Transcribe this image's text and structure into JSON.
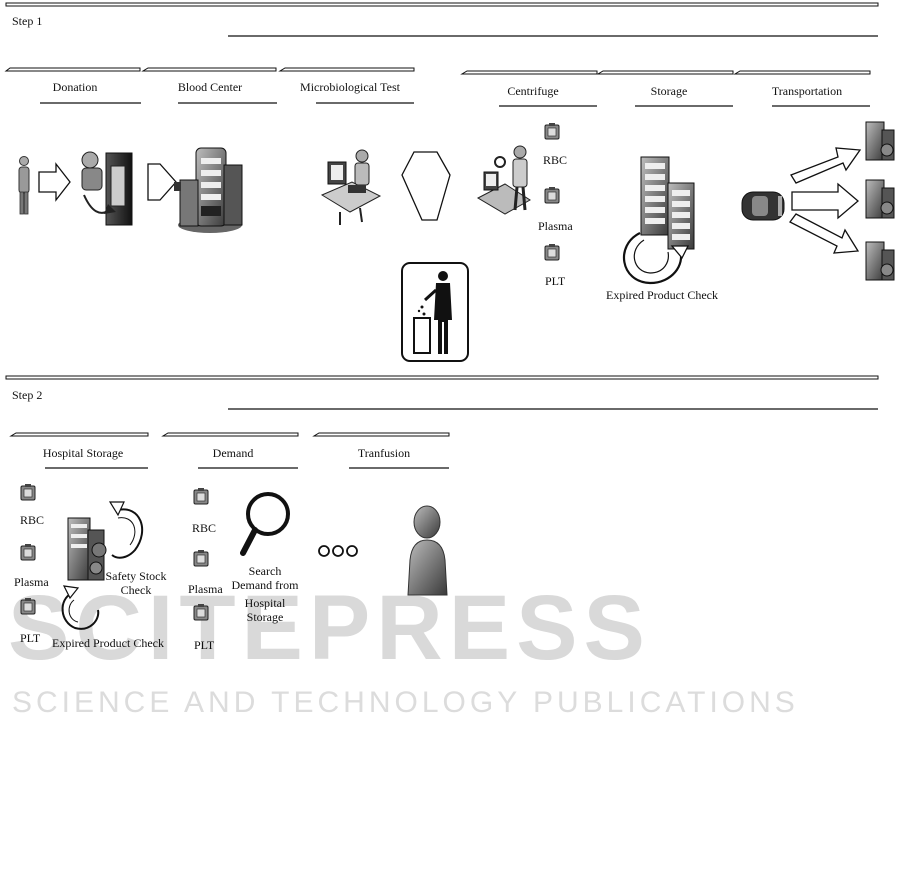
{
  "watermark": {
    "main": "SCITEPRESS",
    "sub": "SCIENCE AND TECHNOLOGY PUBLICATIONS"
  },
  "step1": {
    "label": "Step 1",
    "tabs": [
      "Donation",
      "Blood Center",
      "Microbiological Test",
      "Centrifuge",
      "Storage",
      "Transportation"
    ],
    "products": [
      "RBC",
      "Plasma",
      "PLT"
    ],
    "expired_check": "Expired Product Check"
  },
  "step2": {
    "label": "Step 2",
    "tabs": [
      "Hospital Storage",
      "Demand",
      "Tranfusion"
    ],
    "products": [
      "RBC",
      "Plasma",
      "PLT"
    ],
    "demand_products": [
      "RBC",
      "Plasma",
      "PLT"
    ],
    "safety_stock_line1": "Safety Stock",
    "safety_stock_line2": "Check",
    "expired_check": "Expired Product Check",
    "search_line1": "Search",
    "search_line2": "Demand from",
    "search_line3": "Hospital",
    "search_line4": "Storage"
  }
}
